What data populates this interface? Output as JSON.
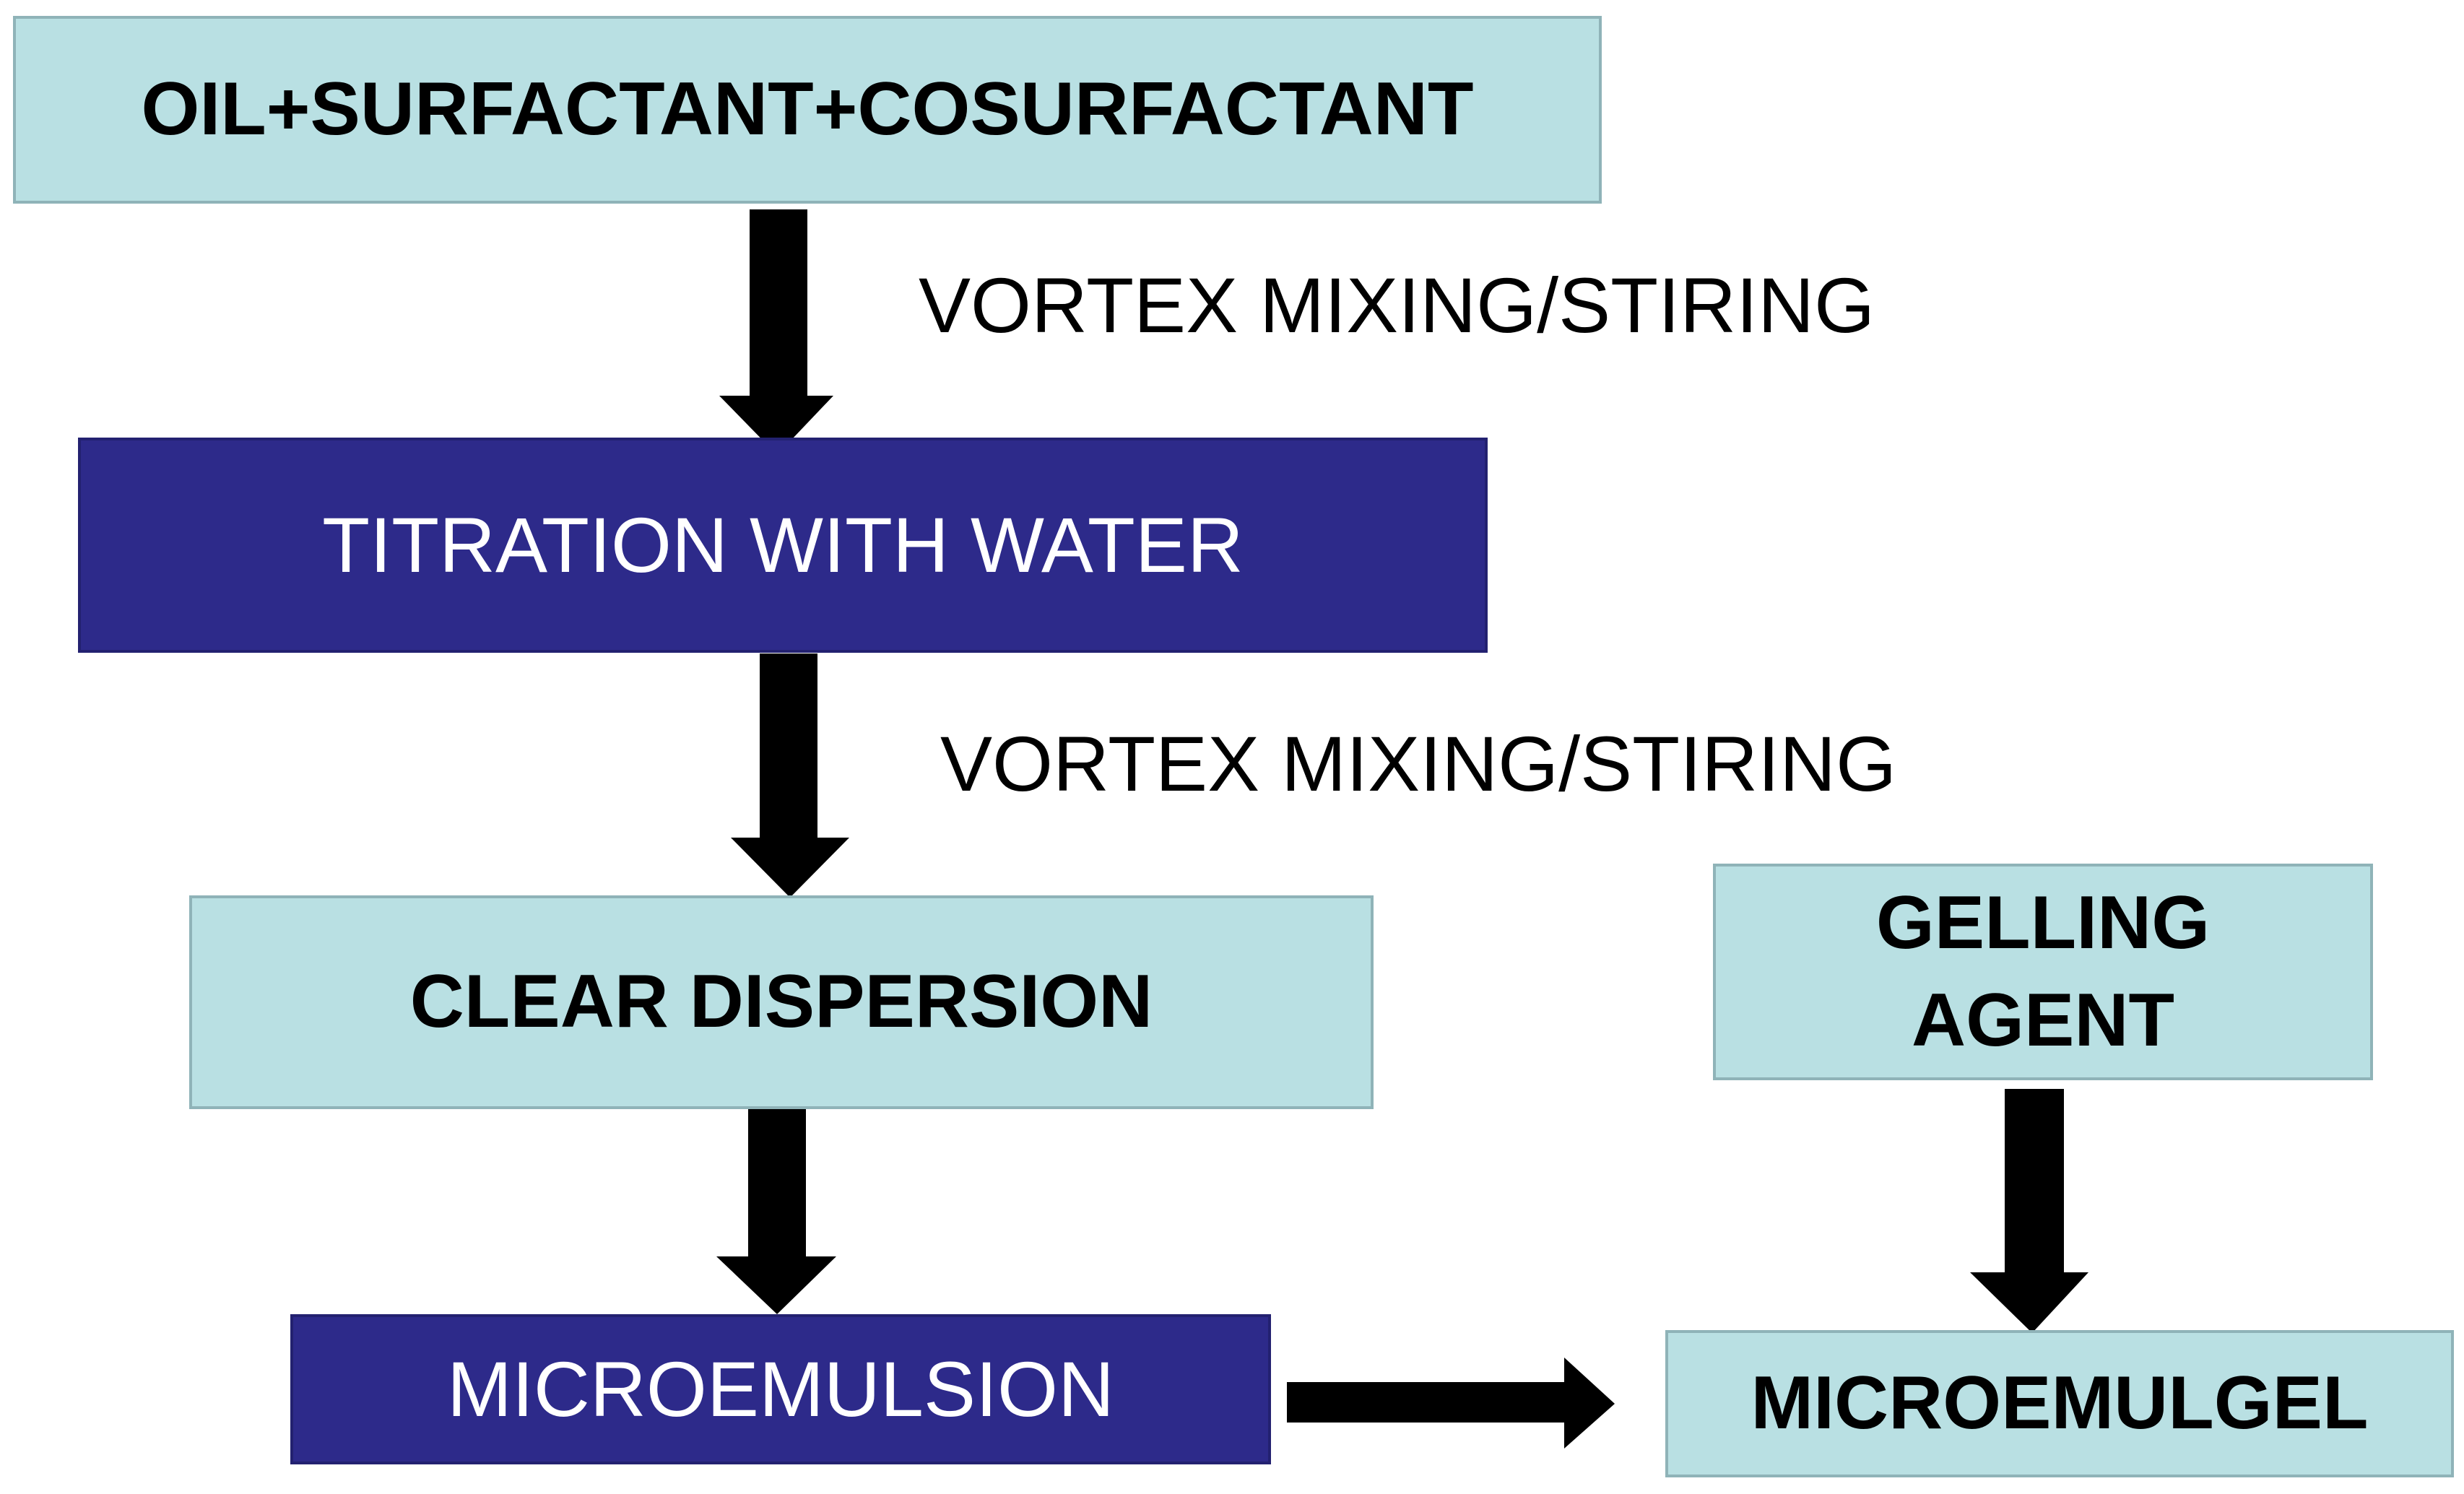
{
  "nodes": {
    "oil_mix": "OIL+SURFACTANT+COSURFACTANT",
    "titration": "TITRATION WITH WATER",
    "clear_dispersion": "CLEAR DISPERSION",
    "microemulsion": "MICROEMULSION",
    "gelling_agent": "GELLING\nAGENT",
    "microemulgel": "MICROEMULGEL"
  },
  "edge_labels": {
    "mix_1": "VORTEX MIXING/STIRING",
    "mix_2": "VORTEX MIXING/STIRING"
  },
  "edges": [
    {
      "from": "oil_mix",
      "to": "titration",
      "label": "mix_1"
    },
    {
      "from": "titration",
      "to": "clear_dispersion",
      "label": "mix_2"
    },
    {
      "from": "clear_dispersion",
      "to": "microemulsion"
    },
    {
      "from": "gelling_agent",
      "to": "microemulgel"
    },
    {
      "from": "microemulsion",
      "to": "microemulgel"
    }
  ],
  "colors": {
    "light_box": "#b9e0e3",
    "dark_box": "#2d2a8a",
    "arrow": "#000000"
  }
}
